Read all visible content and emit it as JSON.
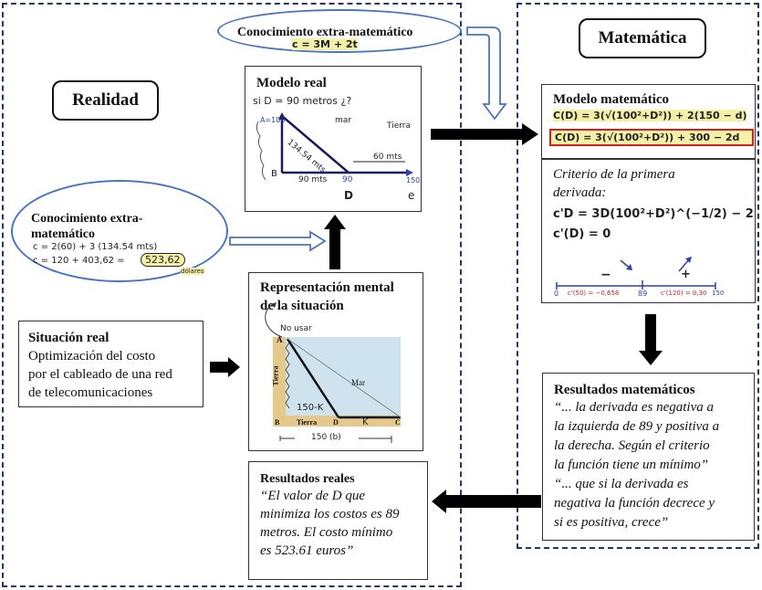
{
  "regions": {
    "reality_label": "Realidad",
    "math_label": "Matemática"
  },
  "extra_top": {
    "title": "Conocimiento extra-matemático",
    "formula": "c = 3M + 2t"
  },
  "extra_left": {
    "title_line1": "Conocimiento extra-",
    "title_line2": "matemático",
    "formula1": "c = 2(60) + 3 (134.54 mts)",
    "formula2_prefix": "c = 120 + 403,62 =",
    "formula2_result": "523,62",
    "formula2_unit": "dólares"
  },
  "modelo_real": {
    "title": "Modelo real",
    "note": "si D = 90 metros ¿?",
    "label_a": "A=100",
    "label_mar": "mar",
    "label_tierra": "Tierra",
    "hyp_label": "134.54 mts",
    "seg_label": "60 mts",
    "base_label": "90 mts",
    "d_value": "90",
    "d_letter": "D",
    "e_value": "150",
    "e_letter": "e",
    "b_label": "B"
  },
  "situacion_real": {
    "title": "Situación real",
    "line1": "Optimización del costo",
    "line2": "por el cableado de una red",
    "line3": "de telecomunicaciones"
  },
  "representacion": {
    "title_line1": "Representación mental",
    "title_line2": "de la situación",
    "note": "No usar",
    "label_a": "A",
    "label_b": "B",
    "label_d": "D",
    "label_c": "C",
    "label_mar": "Mar",
    "label_tierra_v": "Tierra",
    "label_tierra_h": "Tierra",
    "label_150k": "150-K",
    "label_k": "K",
    "label_150b": "150 (b)"
  },
  "resultados_reales": {
    "title": "Resultados reales",
    "line1": "“El valor de D que",
    "line2": "minimiza los costos es 89",
    "line3": "metros. El costo mínimo",
    "line4": "es 523.61 euros”"
  },
  "modelo_matematico": {
    "title": "Modelo matemático",
    "formula1": "C(D) = 3(√(100²+D²)) + 2(150 − d)",
    "formula2": "C(D) = 3(√(100²+D²)) + 300 − 2d"
  },
  "criterio": {
    "title_line1": "Criterio de la primera",
    "title_line2": "derivada:",
    "formula1": "c'D = 3D(100²+D²)^(−1/2) − 2",
    "formula2": "c'(D) = 0",
    "minus": "−",
    "plus": "+",
    "axis_0": "0",
    "axis_left_eval": "c'(50) = −0,658",
    "axis_89": "89",
    "axis_right_eval": "c'(120) = 0,30",
    "axis_150": "150"
  },
  "resultados_matematicos": {
    "title": "Resultados matemáticos",
    "line1": "“... la derivada es negativa a",
    "line2": "la izquierda de 89 y positiva a",
    "line3": "la derecha. Según el criterio",
    "line4": "la función tiene un mínimo”",
    "line5": "“... que si la derivada es",
    "line6": "negativa la función decrece y",
    "line7": "si es positiva, crece”"
  },
  "colors": {
    "region_border": "#1f3864",
    "ellipse_border": "#4a74c4",
    "highlight": "#f4f0a8",
    "formula_box_border": "#d42020",
    "axis_blue": "#2f3fb0",
    "eval_red": "#c0202a",
    "sea": "#cfe3ef",
    "land": "#e6c98a"
  }
}
